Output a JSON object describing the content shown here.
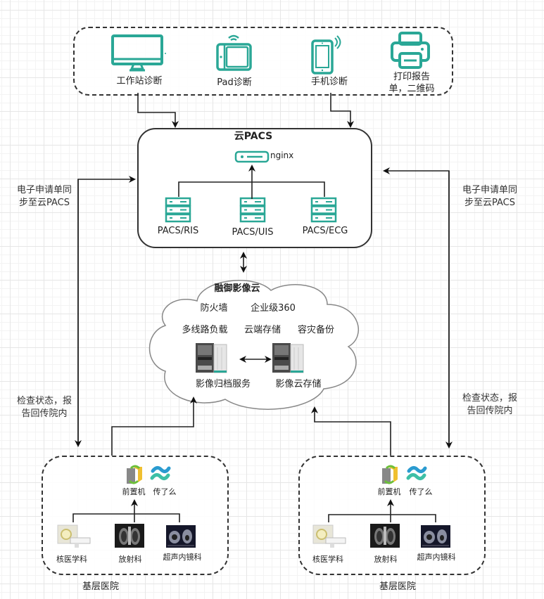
{
  "terminals": {
    "items": [
      {
        "icon": "monitor-icon",
        "label": "工作站诊断"
      },
      {
        "icon": "tablet-wifi-icon",
        "label": "Pad诊断"
      },
      {
        "icon": "phone-wifi-icon",
        "label": "手机诊断"
      },
      {
        "icon": "printer-icon",
        "label_line1": "打印报告",
        "label_line2": "单，二维码"
      }
    ]
  },
  "cloud_pacs": {
    "title": "云PACS",
    "proxy": {
      "icon": "nginx-server-icon",
      "label": "nginx"
    },
    "servers": [
      {
        "icon": "server-rack-icon",
        "label": "PACS/RIS"
      },
      {
        "icon": "server-rack-icon",
        "label": "PACS/UIS"
      },
      {
        "icon": "server-rack-icon",
        "label": "PACS/ECG"
      }
    ]
  },
  "image_cloud": {
    "title": "融御影像云",
    "features_row1": [
      "防火墙",
      "企业级360"
    ],
    "features_row2": [
      "多线路负载",
      "云端存储",
      "容灾备份"
    ],
    "servers": [
      {
        "icon": "tower-server-icon",
        "label": "影像归档服务"
      },
      {
        "icon": "tower-server-icon",
        "label": "影像云存储"
      }
    ]
  },
  "side_notes": {
    "left_top": {
      "line1": "电子申请单同",
      "line2": "步至云PACS"
    },
    "right_top": {
      "line1": "电子申请单同",
      "line2": "步至云PACS"
    },
    "left_bottom": {
      "line1": "检查状态，报",
      "line2": "告回传院内"
    },
    "right_bottom": {
      "line1": "检查状态，报",
      "line2": "告回传院内"
    }
  },
  "hospitals": [
    {
      "name": "基层医院",
      "gateway": {
        "icon": "front-end-machine-icon",
        "label": "前置机"
      },
      "app": {
        "icon": "chuanleme-logo-icon",
        "label": "传了么"
      },
      "departments": [
        {
          "icon": "nuclear-scanner-icon",
          "label": "核医学科"
        },
        {
          "icon": "xray-chest-icon",
          "label": "放射科"
        },
        {
          "icon": "ultrasound-image-icon",
          "label": "超声内镜科"
        }
      ]
    },
    {
      "name": "基层医院",
      "gateway": {
        "icon": "front-end-machine-icon",
        "label": "前置机"
      },
      "app": {
        "icon": "chuanleme-logo-icon",
        "label": "传了么"
      },
      "departments": [
        {
          "icon": "nuclear-scanner-icon",
          "label": "核医学科"
        },
        {
          "icon": "xray-chest-icon",
          "label": "放射科"
        },
        {
          "icon": "ultrasound-image-icon",
          "label": "超声内镜科"
        }
      ]
    }
  ],
  "colors": {
    "icon_teal": "#2aa796",
    "line": "#222222",
    "dash": "#333333"
  }
}
